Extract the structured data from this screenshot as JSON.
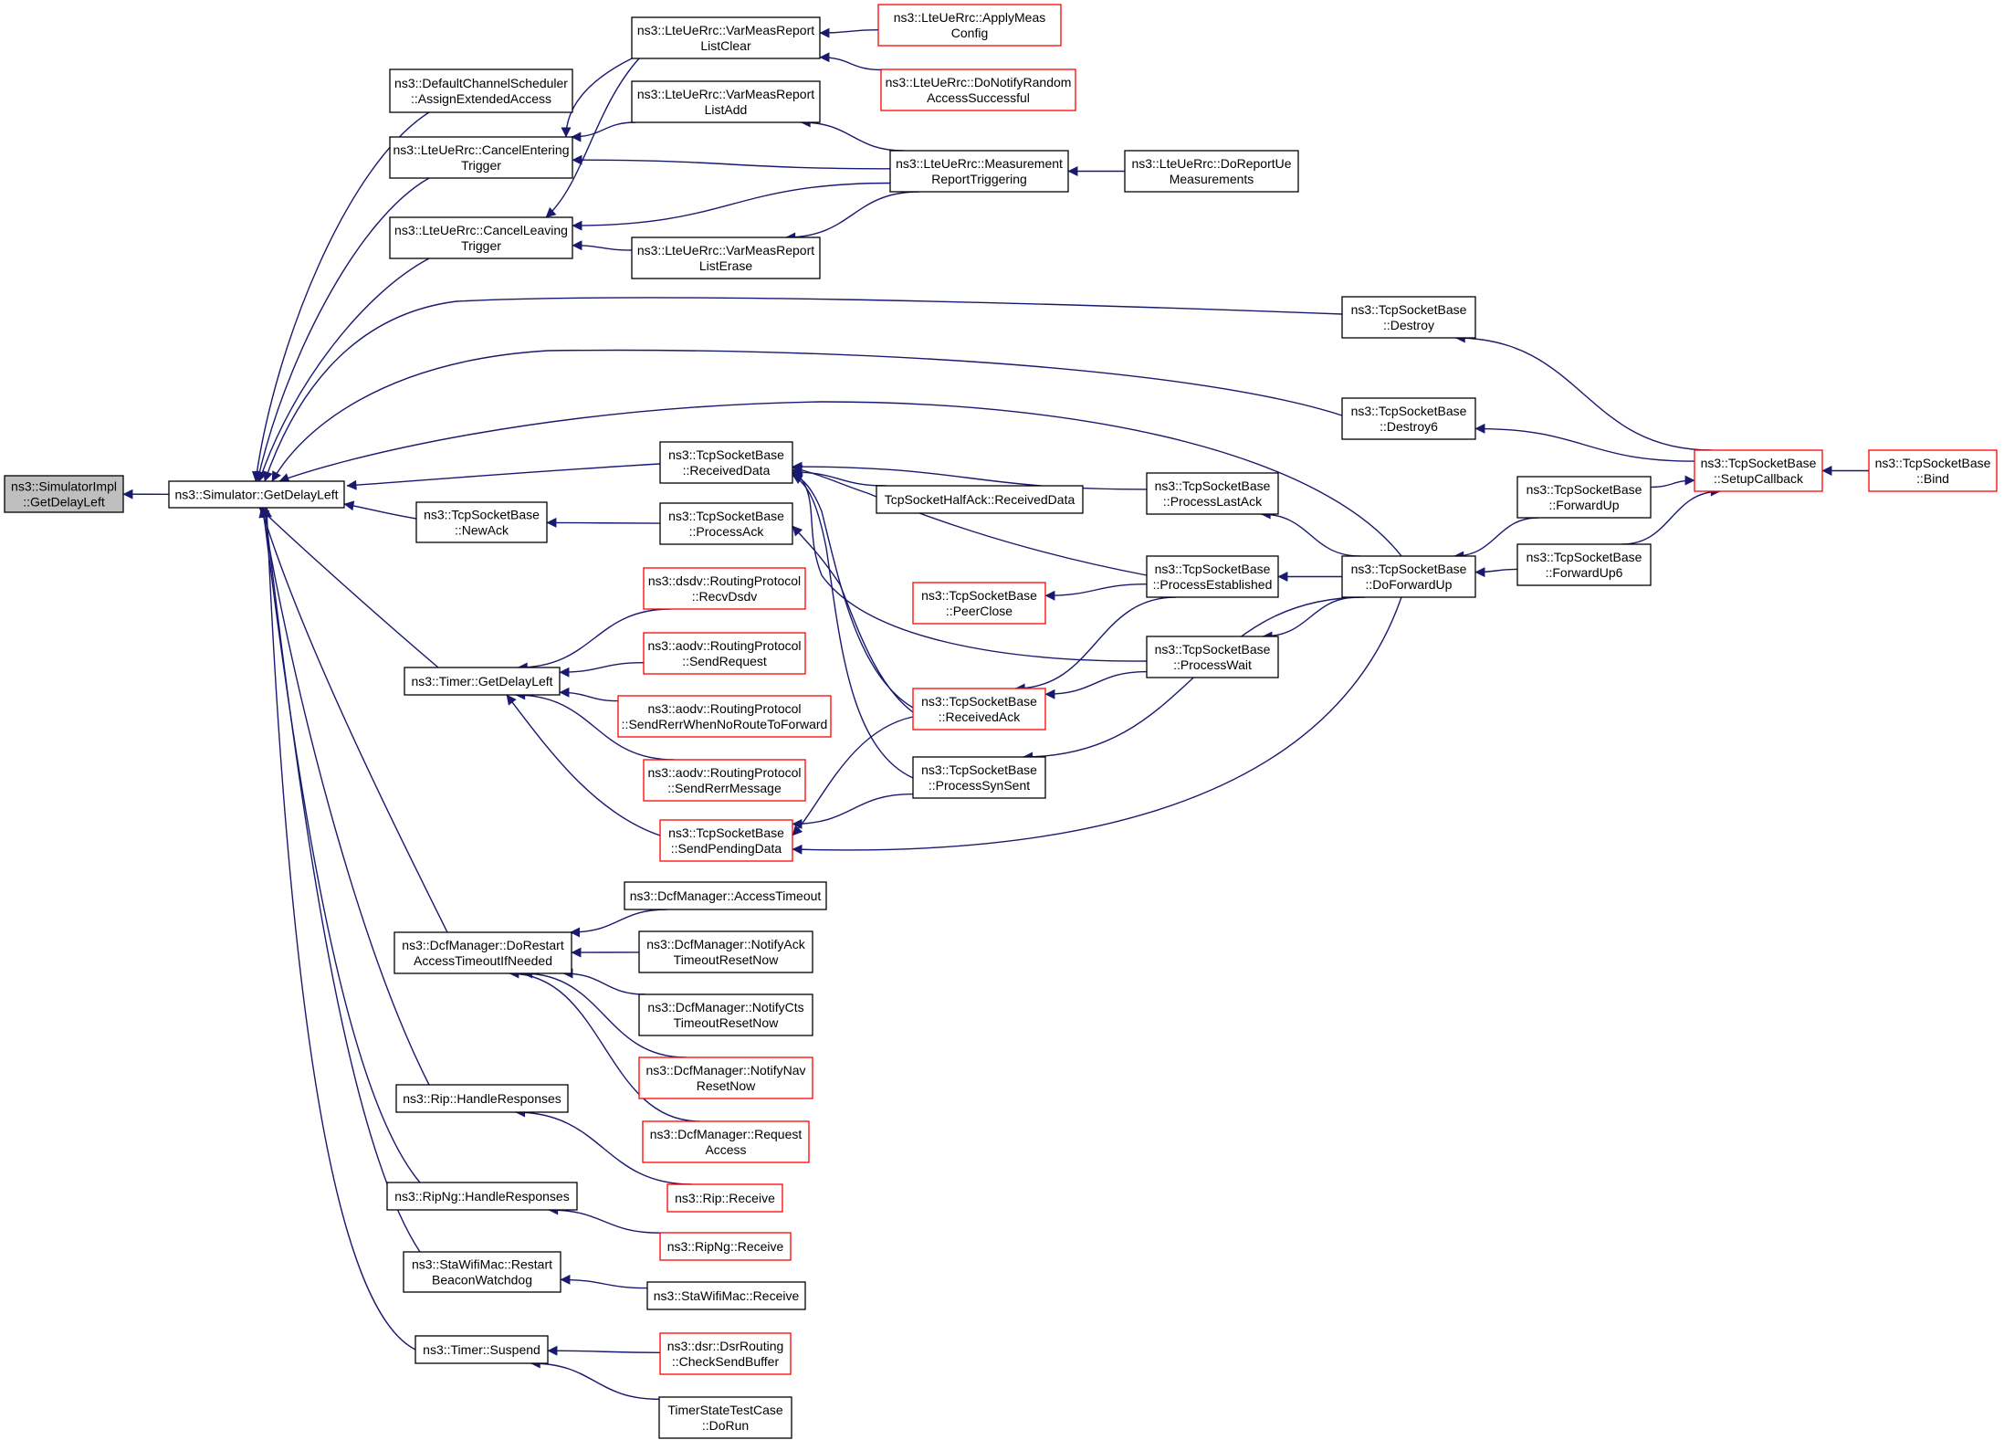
{
  "colors": {
    "root_fill": "#bfbfbf",
    "node_fill": "#ffffff",
    "node_border": "#000000",
    "truncated_border": "#ff0000",
    "edge": "#191970"
  },
  "nodes": [
    {
      "id": "root",
      "lines": [
        "ns3::SimulatorImpl",
        "::GetDelayLeft"
      ],
      "style": "root"
    },
    {
      "id": "sim",
      "lines": [
        "ns3::Simulator::GetDelayLeft"
      ],
      "style": "normal"
    },
    {
      "id": "dcs",
      "lines": [
        "ns3::DefaultChannelScheduler",
        "::AssignExtendedAccess"
      ],
      "style": "normal"
    },
    {
      "id": "cet",
      "lines": [
        "ns3::LteUeRrc::CancelEntering",
        "Trigger"
      ],
      "style": "normal"
    },
    {
      "id": "clt",
      "lines": [
        "ns3::LteUeRrc::CancelLeaving",
        "Trigger"
      ],
      "style": "normal"
    },
    {
      "id": "newack",
      "lines": [
        "ns3::TcpSocketBase",
        "::NewAck"
      ],
      "style": "normal"
    },
    {
      "id": "tgdl",
      "lines": [
        "ns3::Timer::GetDelayLeft"
      ],
      "style": "normal"
    },
    {
      "id": "dcfdr",
      "lines": [
        "ns3::DcfManager::DoRestart",
        "AccessTimeoutIfNeeded"
      ],
      "style": "normal"
    },
    {
      "id": "riphr",
      "lines": [
        "ns3::Rip::HandleResponses"
      ],
      "style": "normal"
    },
    {
      "id": "ripnghr",
      "lines": [
        "ns3::RipNg::HandleResponses"
      ],
      "style": "normal"
    },
    {
      "id": "starbw",
      "lines": [
        "ns3::StaWifiMac::Restart",
        "BeaconWatchdog"
      ],
      "style": "normal"
    },
    {
      "id": "tsusp",
      "lines": [
        "ns3::Timer::Suspend"
      ],
      "style": "normal"
    },
    {
      "id": "vmrlc",
      "lines": [
        "ns3::LteUeRrc::VarMeasReport",
        "ListClear"
      ],
      "style": "normal"
    },
    {
      "id": "vmrla",
      "lines": [
        "ns3::LteUeRrc::VarMeasReport",
        "ListAdd"
      ],
      "style": "normal"
    },
    {
      "id": "vmrle",
      "lines": [
        "ns3::LteUeRrc::VarMeasReport",
        "ListErase"
      ],
      "style": "normal"
    },
    {
      "id": "applymc",
      "lines": [
        "ns3::LteUeRrc::ApplyMeas",
        "Config"
      ],
      "style": "truncated"
    },
    {
      "id": "dnras",
      "lines": [
        "ns3::LteUeRrc::DoNotifyRandom",
        "AccessSuccessful"
      ],
      "style": "truncated"
    },
    {
      "id": "mrt",
      "lines": [
        "ns3::LteUeRrc::Measurement",
        "ReportTriggering"
      ],
      "style": "normal"
    },
    {
      "id": "drum",
      "lines": [
        "ns3::LteUeRrc::DoReportUe",
        "Measurements"
      ],
      "style": "normal"
    },
    {
      "id": "destroy",
      "lines": [
        "ns3::TcpSocketBase",
        "::Destroy"
      ],
      "style": "normal"
    },
    {
      "id": "destroy6",
      "lines": [
        "ns3::TcpSocketBase",
        "::Destroy6"
      ],
      "style": "normal"
    },
    {
      "id": "setupcb",
      "lines": [
        "ns3::TcpSocketBase",
        "::SetupCallback"
      ],
      "style": "truncated"
    },
    {
      "id": "bind",
      "lines": [
        "ns3::TcpSocketBase",
        "::Bind"
      ],
      "style": "truncated"
    },
    {
      "id": "recvdata",
      "lines": [
        "ns3::TcpSocketBase",
        "::ReceivedData"
      ],
      "style": "normal"
    },
    {
      "id": "halfack",
      "lines": [
        "TcpSocketHalfAck::ReceivedData"
      ],
      "style": "normal"
    },
    {
      "id": "plastack",
      "lines": [
        "ns3::TcpSocketBase",
        "::ProcessLastAck"
      ],
      "style": "normal"
    },
    {
      "id": "procack",
      "lines": [
        "ns3::TcpSocketBase",
        "::ProcessAck"
      ],
      "style": "normal"
    },
    {
      "id": "peerclose",
      "lines": [
        "ns3::TcpSocketBase",
        "::PeerClose"
      ],
      "style": "truncated"
    },
    {
      "id": "pest",
      "lines": [
        "ns3::TcpSocketBase",
        "::ProcessEstablished"
      ],
      "style": "normal"
    },
    {
      "id": "pwait",
      "lines": [
        "ns3::TcpSocketBase",
        "::ProcessWait"
      ],
      "style": "normal"
    },
    {
      "id": "recvack",
      "lines": [
        "ns3::TcpSocketBase",
        "::ReceivedAck"
      ],
      "style": "truncated"
    },
    {
      "id": "psynsent",
      "lines": [
        "ns3::TcpSocketBase",
        "::ProcessSynSent"
      ],
      "style": "normal"
    },
    {
      "id": "sendpd",
      "lines": [
        "ns3::TcpSocketBase",
        "::SendPendingData"
      ],
      "style": "truncated"
    },
    {
      "id": "dofwdup",
      "lines": [
        "ns3::TcpSocketBase",
        "::DoForwardUp"
      ],
      "style": "normal"
    },
    {
      "id": "fwdup",
      "lines": [
        "ns3::TcpSocketBase",
        "::ForwardUp"
      ],
      "style": "normal"
    },
    {
      "id": "fwdup6",
      "lines": [
        "ns3::TcpSocketBase",
        "::ForwardUp6"
      ],
      "style": "normal"
    },
    {
      "id": "dsdv",
      "lines": [
        "ns3::dsdv::RoutingProtocol",
        "::RecvDsdv"
      ],
      "style": "truncated"
    },
    {
      "id": "aodvsr",
      "lines": [
        "ns3::aodv::RoutingProtocol",
        "::SendRequest"
      ],
      "style": "truncated"
    },
    {
      "id": "aodvrerr",
      "lines": [
        "ns3::aodv::RoutingProtocol",
        "::SendRerrWhenNoRouteToForward"
      ],
      "style": "truncated"
    },
    {
      "id": "aodvrerrm",
      "lines": [
        "ns3::aodv::RoutingProtocol",
        "::SendRerrMessage"
      ],
      "style": "truncated"
    },
    {
      "id": "dcfat",
      "lines": [
        "ns3::DcfManager::AccessTimeout"
      ],
      "style": "normal"
    },
    {
      "id": "dcfack",
      "lines": [
        "ns3::DcfManager::NotifyAck",
        "TimeoutResetNow"
      ],
      "style": "normal"
    },
    {
      "id": "dcfcts",
      "lines": [
        "ns3::DcfManager::NotifyCts",
        "TimeoutResetNow"
      ],
      "style": "normal"
    },
    {
      "id": "dcfnav",
      "lines": [
        "ns3::DcfManager::NotifyNav",
        "ResetNow"
      ],
      "style": "truncated"
    },
    {
      "id": "dcfreq",
      "lines": [
        "ns3::DcfManager::Request",
        "Access"
      ],
      "style": "truncated"
    },
    {
      "id": "riprecv",
      "lines": [
        "ns3::Rip::Receive"
      ],
      "style": "truncated"
    },
    {
      "id": "ripngrecv",
      "lines": [
        "ns3::RipNg::Receive"
      ],
      "style": "truncated"
    },
    {
      "id": "starecv",
      "lines": [
        "ns3::StaWifiMac::Receive"
      ],
      "style": "normal"
    },
    {
      "id": "dsr",
      "lines": [
        "ns3::dsr::DsrRouting",
        "::CheckSendBuffer"
      ],
      "style": "truncated"
    },
    {
      "id": "tstc",
      "lines": [
        "TimerStateTestCase",
        "::DoRun"
      ],
      "style": "normal"
    }
  ],
  "edges": [
    [
      "sim",
      "root"
    ],
    [
      "dcs",
      "sim"
    ],
    [
      "cet",
      "sim"
    ],
    [
      "clt",
      "sim"
    ],
    [
      "newack",
      "sim"
    ],
    [
      "tgdl",
      "sim"
    ],
    [
      "dcfdr",
      "sim"
    ],
    [
      "riphr",
      "sim"
    ],
    [
      "ripnghr",
      "sim"
    ],
    [
      "starbw",
      "sim"
    ],
    [
      "tsusp",
      "sim"
    ],
    [
      "destroy",
      "sim"
    ],
    [
      "destroy6",
      "sim"
    ],
    [
      "recvdata",
      "sim"
    ],
    [
      "dofwdup",
      "sim"
    ],
    [
      "vmrlc",
      "cet"
    ],
    [
      "vmrla",
      "cet"
    ],
    [
      "mrt",
      "cet"
    ],
    [
      "vmrlc",
      "clt"
    ],
    [
      "mrt",
      "clt"
    ],
    [
      "vmrle",
      "clt"
    ],
    [
      "applymc",
      "vmrlc"
    ],
    [
      "dnras",
      "vmrlc"
    ],
    [
      "mrt",
      "vmrla"
    ],
    [
      "mrt",
      "vmrle"
    ],
    [
      "drum",
      "mrt"
    ],
    [
      "setupcb",
      "destroy"
    ],
    [
      "setupcb",
      "destroy6"
    ],
    [
      "bind",
      "setupcb"
    ],
    [
      "fwdup",
      "setupcb"
    ],
    [
      "fwdup6",
      "setupcb"
    ],
    [
      "fwdup",
      "dofwdup"
    ],
    [
      "fwdup6",
      "dofwdup"
    ],
    [
      "halfack",
      "recvdata"
    ],
    [
      "plastack",
      "recvdata"
    ],
    [
      "pest",
      "recvdata"
    ],
    [
      "pwait",
      "recvdata"
    ],
    [
      "recvack",
      "recvdata"
    ],
    [
      "psynsent",
      "recvdata"
    ],
    [
      "procack",
      "newack"
    ],
    [
      "recvack",
      "procack"
    ],
    [
      "pest",
      "peerclose"
    ],
    [
      "pest",
      "recvack"
    ],
    [
      "pwait",
      "recvack"
    ],
    [
      "dofwdup",
      "plastack"
    ],
    [
      "dofwdup",
      "pest"
    ],
    [
      "dofwdup",
      "pwait"
    ],
    [
      "dofwdup",
      "psynsent"
    ],
    [
      "dofwdup",
      "sendpd"
    ],
    [
      "recvack",
      "sendpd"
    ],
    [
      "psynsent",
      "sendpd"
    ],
    [
      "dsdv",
      "tgdl"
    ],
    [
      "aodvsr",
      "tgdl"
    ],
    [
      "aodvrerr",
      "tgdl"
    ],
    [
      "aodvrerrm",
      "tgdl"
    ],
    [
      "sendpd",
      "tgdl"
    ],
    [
      "dcfat",
      "dcfdr"
    ],
    [
      "dcfack",
      "dcfdr"
    ],
    [
      "dcfcts",
      "dcfdr"
    ],
    [
      "dcfnav",
      "dcfdr"
    ],
    [
      "dcfreq",
      "dcfdr"
    ],
    [
      "riprecv",
      "riphr"
    ],
    [
      "ripngrecv",
      "ripnghr"
    ],
    [
      "starecv",
      "starbw"
    ],
    [
      "dsr",
      "tsusp"
    ],
    [
      "tstc",
      "tsusp"
    ]
  ]
}
